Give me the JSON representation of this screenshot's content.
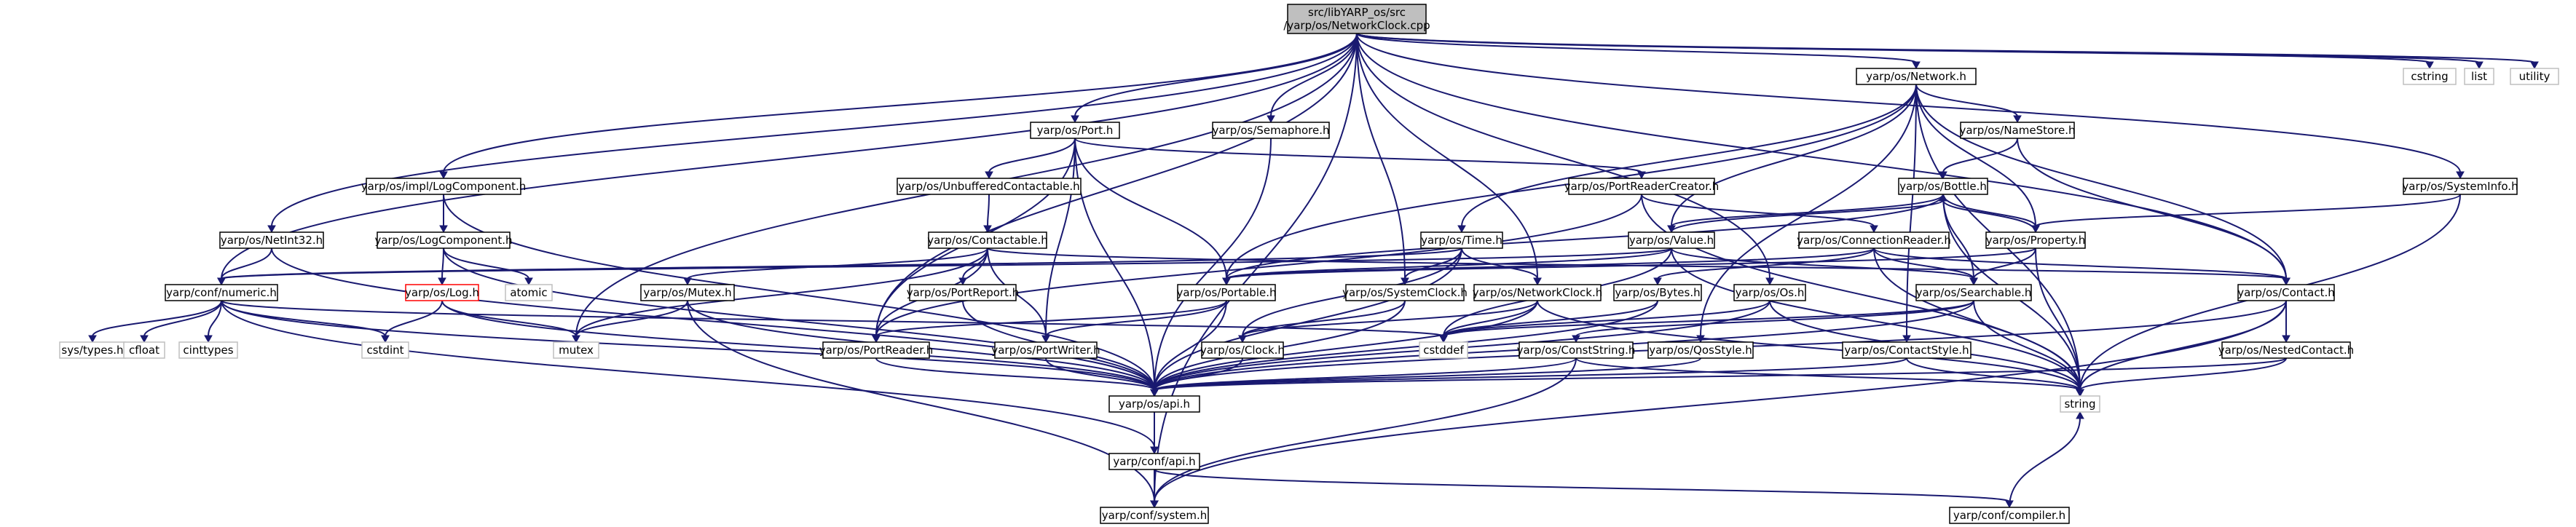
{
  "root_lines": [
    "src/libYARP_os/src",
    "/yarp/os/NetworkClock.cpp"
  ],
  "nodes": {
    "network": {
      "label": "yarp/os/Network.h"
    },
    "port": {
      "label": "yarp/os/Port.h"
    },
    "semaphore": {
      "label": "yarp/os/Semaphore.h"
    },
    "cstring": {
      "label": "cstring"
    },
    "list": {
      "label": "list"
    },
    "utility": {
      "label": "utility"
    },
    "implLogComp": {
      "label": "yarp/os/impl/LogComponent.h"
    },
    "netint32": {
      "label": "yarp/os/NetInt32.h"
    },
    "unbuffered": {
      "label": "yarp/os/UnbufferedContactable.h"
    },
    "prCreator": {
      "label": "yarp/os/PortReaderCreator.h"
    },
    "nameStore": {
      "label": "yarp/os/NameStore.h"
    },
    "systemInfo": {
      "label": "yarp/os/SystemInfo.h"
    },
    "bottle": {
      "label": "yarp/os/Bottle.h"
    },
    "logComp": {
      "label": "yarp/os/LogComponent.h"
    },
    "contactable": {
      "label": "yarp/os/Contactable.h"
    },
    "time": {
      "label": "yarp/os/Time.h"
    },
    "value": {
      "label": "yarp/os/Value.h"
    },
    "connReader": {
      "label": "yarp/os/ConnectionReader.h"
    },
    "property": {
      "label": "yarp/os/Property.h"
    },
    "numeric": {
      "label": "yarp/conf/numeric.h"
    },
    "log": {
      "label": "yarp/os/Log.h"
    },
    "atomic": {
      "label": "atomic"
    },
    "mutex_h": {
      "label": "yarp/os/Mutex.h"
    },
    "portReport": {
      "label": "yarp/os/PortReport.h"
    },
    "portable": {
      "label": "yarp/os/Portable.h"
    },
    "sysClock": {
      "label": "yarp/os/SystemClock.h"
    },
    "netClock": {
      "label": "yarp/os/NetworkClock.h"
    },
    "bytes": {
      "label": "yarp/os/Bytes.h"
    },
    "os": {
      "label": "yarp/os/Os.h"
    },
    "searchable": {
      "label": "yarp/os/Searchable.h"
    },
    "contact": {
      "label": "yarp/os/Contact.h"
    },
    "systypes": {
      "label": "sys/types.h"
    },
    "cfloat": {
      "label": "cfloat"
    },
    "cinttypes": {
      "label": "cinttypes"
    },
    "cstdint": {
      "label": "cstdint"
    },
    "mutex": {
      "label": "mutex"
    },
    "portReader": {
      "label": "yarp/os/PortReader.h"
    },
    "portWriter": {
      "label": "yarp/os/PortWriter.h"
    },
    "clock": {
      "label": "yarp/os/Clock.h"
    },
    "cstddef": {
      "label": "cstddef"
    },
    "constString": {
      "label": "yarp/os/ConstString.h"
    },
    "qosStyle": {
      "label": "yarp/os/QosStyle.h"
    },
    "contactStyle": {
      "label": "yarp/os/ContactStyle.h"
    },
    "nestedContact": {
      "label": "yarp/os/NestedContact.h"
    },
    "string": {
      "label": "string"
    },
    "api": {
      "label": "yarp/os/api.h"
    },
    "confApi": {
      "label": "yarp/conf/api.h"
    },
    "system": {
      "label": "yarp/conf/system.h"
    },
    "compiler": {
      "label": "yarp/conf/compiler.h"
    }
  },
  "edges": [
    [
      "root",
      "network"
    ],
    [
      "root",
      "port"
    ],
    [
      "root",
      "semaphore"
    ],
    [
      "root",
      "cstring"
    ],
    [
      "root",
      "list"
    ],
    [
      "root",
      "utility"
    ],
    [
      "root",
      "implLogComp"
    ],
    [
      "root",
      "netint32"
    ],
    [
      "root",
      "numeric"
    ],
    [
      "root",
      "mutex"
    ],
    [
      "root",
      "portReader"
    ],
    [
      "root",
      "sysClock"
    ],
    [
      "root",
      "netClock"
    ],
    [
      "root",
      "os"
    ],
    [
      "root",
      "contact"
    ],
    [
      "root",
      "systemInfo"
    ],
    [
      "root",
      "system"
    ],
    [
      "network",
      "nameStore"
    ],
    [
      "network",
      "portable"
    ],
    [
      "network",
      "value"
    ],
    [
      "network",
      "time"
    ],
    [
      "network",
      "property"
    ],
    [
      "network",
      "contact"
    ],
    [
      "network",
      "contactStyle"
    ],
    [
      "network",
      "qosStyle"
    ],
    [
      "network",
      "string"
    ],
    [
      "port",
      "unbuffered"
    ],
    [
      "port",
      "prCreator"
    ],
    [
      "port",
      "portable"
    ],
    [
      "port",
      "portReader"
    ],
    [
      "port",
      "portWriter"
    ],
    [
      "port",
      "api"
    ],
    [
      "semaphore",
      "api"
    ],
    [
      "implLogComp",
      "logComp"
    ],
    [
      "implLogComp",
      "api"
    ],
    [
      "netint32",
      "numeric"
    ],
    [
      "netint32",
      "api"
    ],
    [
      "unbuffered",
      "contactable"
    ],
    [
      "prCreator",
      "portReader"
    ],
    [
      "prCreator",
      "connReader"
    ],
    [
      "prCreator",
      "string"
    ],
    [
      "nameStore",
      "bottle"
    ],
    [
      "nameStore",
      "contact"
    ],
    [
      "systemInfo",
      "property"
    ],
    [
      "systemInfo",
      "string"
    ],
    [
      "bottle",
      "portable"
    ],
    [
      "bottle",
      "searchable"
    ],
    [
      "bottle",
      "value"
    ],
    [
      "bottle",
      "property"
    ],
    [
      "bottle",
      "string"
    ],
    [
      "logComp",
      "log"
    ],
    [
      "logComp",
      "atomic"
    ],
    [
      "logComp",
      "api"
    ],
    [
      "contactable",
      "mutex_h"
    ],
    [
      "contactable",
      "portReport"
    ],
    [
      "contactable",
      "portReader"
    ],
    [
      "contactable",
      "portWriter"
    ],
    [
      "contactable",
      "contact"
    ],
    [
      "contactable",
      "mutex"
    ],
    [
      "time",
      "numeric"
    ],
    [
      "time",
      "sysClock"
    ],
    [
      "time",
      "netClock"
    ],
    [
      "time",
      "clock"
    ],
    [
      "time",
      "api"
    ],
    [
      "value",
      "bottle"
    ],
    [
      "value",
      "portable"
    ],
    [
      "value",
      "searchable"
    ],
    [
      "value",
      "numeric"
    ],
    [
      "value",
      "cstddef"
    ],
    [
      "value",
      "string"
    ],
    [
      "connReader",
      "bytes"
    ],
    [
      "connReader",
      "portable"
    ],
    [
      "connReader",
      "searchable"
    ],
    [
      "connReader",
      "contact"
    ],
    [
      "connReader",
      "string"
    ],
    [
      "property",
      "bottle"
    ],
    [
      "property",
      "portable"
    ],
    [
      "property",
      "searchable"
    ],
    [
      "property",
      "string"
    ],
    [
      "numeric",
      "systypes"
    ],
    [
      "numeric",
      "cfloat"
    ],
    [
      "numeric",
      "cinttypes"
    ],
    [
      "numeric",
      "cstdint"
    ],
    [
      "numeric",
      "cstddef"
    ],
    [
      "numeric",
      "confApi"
    ],
    [
      "numeric",
      "api"
    ],
    [
      "log",
      "cstdint"
    ],
    [
      "log",
      "mutex"
    ],
    [
      "log",
      "api"
    ],
    [
      "mutex_h",
      "mutex"
    ],
    [
      "mutex_h",
      "api"
    ],
    [
      "mutex_h",
      "system"
    ],
    [
      "portReport",
      "api"
    ],
    [
      "portable",
      "portReader"
    ],
    [
      "portable",
      "portWriter"
    ],
    [
      "portable",
      "api"
    ],
    [
      "sysClock",
      "clock"
    ],
    [
      "sysClock",
      "api"
    ],
    [
      "netClock",
      "clock"
    ],
    [
      "netClock",
      "cstddef"
    ],
    [
      "netClock",
      "string"
    ],
    [
      "netClock",
      "api"
    ],
    [
      "bytes",
      "cstddef"
    ],
    [
      "bytes",
      "api"
    ],
    [
      "os",
      "cstddef"
    ],
    [
      "os",
      "string"
    ],
    [
      "os",
      "api"
    ],
    [
      "searchable",
      "constString"
    ],
    [
      "searchable",
      "cstddef"
    ],
    [
      "searchable",
      "string"
    ],
    [
      "searchable",
      "api"
    ],
    [
      "contact",
      "nestedContact"
    ],
    [
      "contact",
      "string"
    ],
    [
      "contact",
      "system"
    ],
    [
      "contact",
      "api"
    ],
    [
      "portReader",
      "api"
    ],
    [
      "portWriter",
      "api"
    ],
    [
      "clock",
      "api"
    ],
    [
      "constString",
      "string"
    ],
    [
      "constString",
      "api"
    ],
    [
      "constString",
      "system"
    ],
    [
      "qosStyle",
      "api"
    ],
    [
      "contactStyle",
      "string"
    ],
    [
      "contactStyle",
      "api"
    ],
    [
      "nestedContact",
      "string"
    ],
    [
      "nestedContact",
      "api"
    ],
    [
      "api",
      "confApi"
    ],
    [
      "confApi",
      "system"
    ],
    [
      "confApi",
      "compiler"
    ],
    [
      "compiler",
      "string"
    ]
  ]
}
